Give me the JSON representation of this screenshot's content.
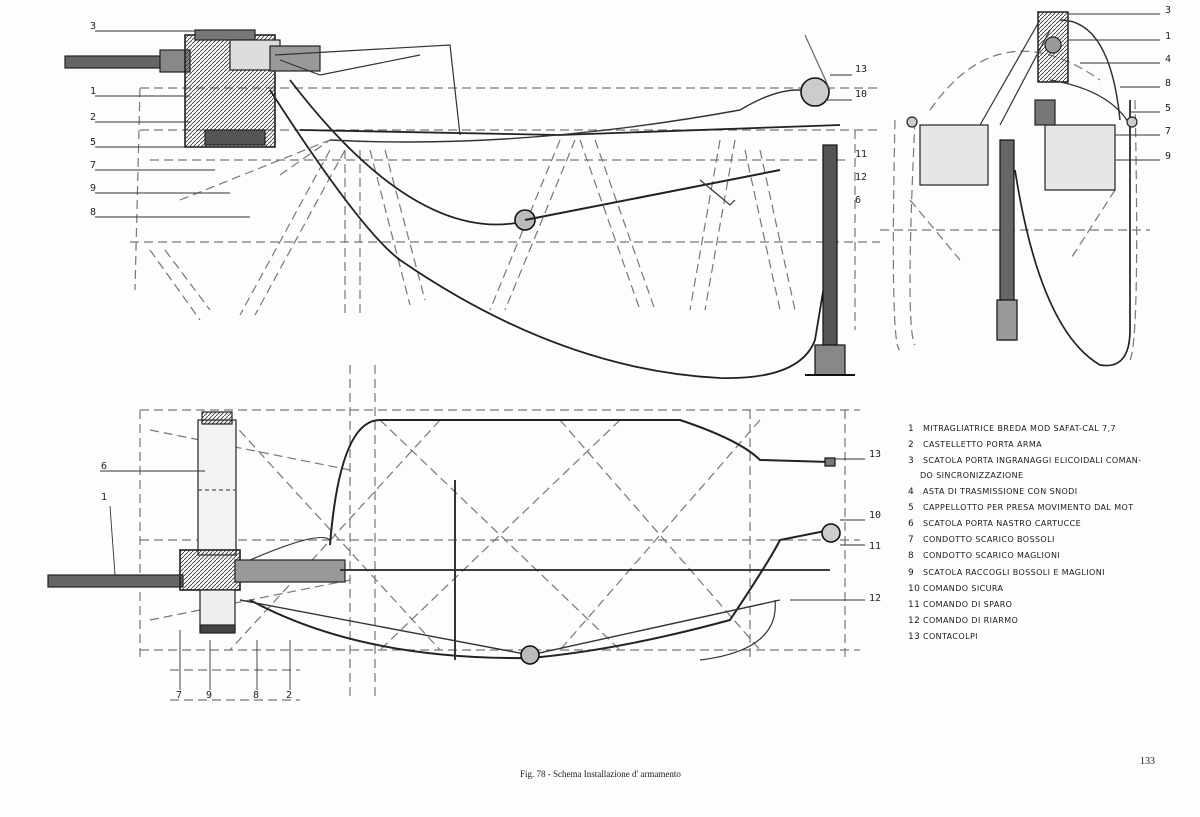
{
  "top_view_callouts": {
    "left": [
      "3",
      "1",
      "2",
      "5",
      "7",
      "9",
      "8"
    ],
    "right": [
      "13",
      "10",
      "11",
      "12",
      "6"
    ]
  },
  "front_view_callouts": [
    "3",
    "1",
    "4",
    "8",
    "5",
    "7",
    "9"
  ],
  "side_view_callouts": {
    "left": [
      "6",
      "1"
    ],
    "right": [
      "13",
      "10",
      "11",
      "12"
    ],
    "bottom": [
      "7",
      "9",
      "8",
      "2"
    ]
  },
  "legend": [
    {
      "num": "1",
      "text": "MITRAGLIATRICE BREDA MOD SAFAT-CAL 7,7"
    },
    {
      "num": "2",
      "text": "CASTELLETTO PORTA ARMA"
    },
    {
      "num": "3",
      "text": "SCATOLA PORTA INGRANAGGI ELICOIDALI COMAN-",
      "cont": "DO SINCRONIZZAZIONE"
    },
    {
      "num": "4",
      "text": "ASTA DI TRASMISSIONE CON SNODI"
    },
    {
      "num": "5",
      "text": "CAPPELLOTTO PER PRESA MOVIMENTO DAL MOT"
    },
    {
      "num": "6",
      "text": "SCATOLA PORTA NASTRO CARTUCCE"
    },
    {
      "num": "7",
      "text": "CONDOTTO SCARICO BOSSOLI"
    },
    {
      "num": "8",
      "text": "CONDOTTO SCARICO MAGLIONI"
    },
    {
      "num": "9",
      "text": "SCATOLA RACCOGLI BOSSOLI E MAGLIONI"
    },
    {
      "num": "10",
      "text": "COMANDO SICURA"
    },
    {
      "num": "11",
      "text": "COMANDO DI SPARO"
    },
    {
      "num": "12",
      "text": "COMANDO DI RIARMO"
    },
    {
      "num": "13",
      "text": "CONTACOLPI"
    }
  ],
  "caption": "Fig. 78 - Schema Installazione d' armamento",
  "page_number": "133"
}
